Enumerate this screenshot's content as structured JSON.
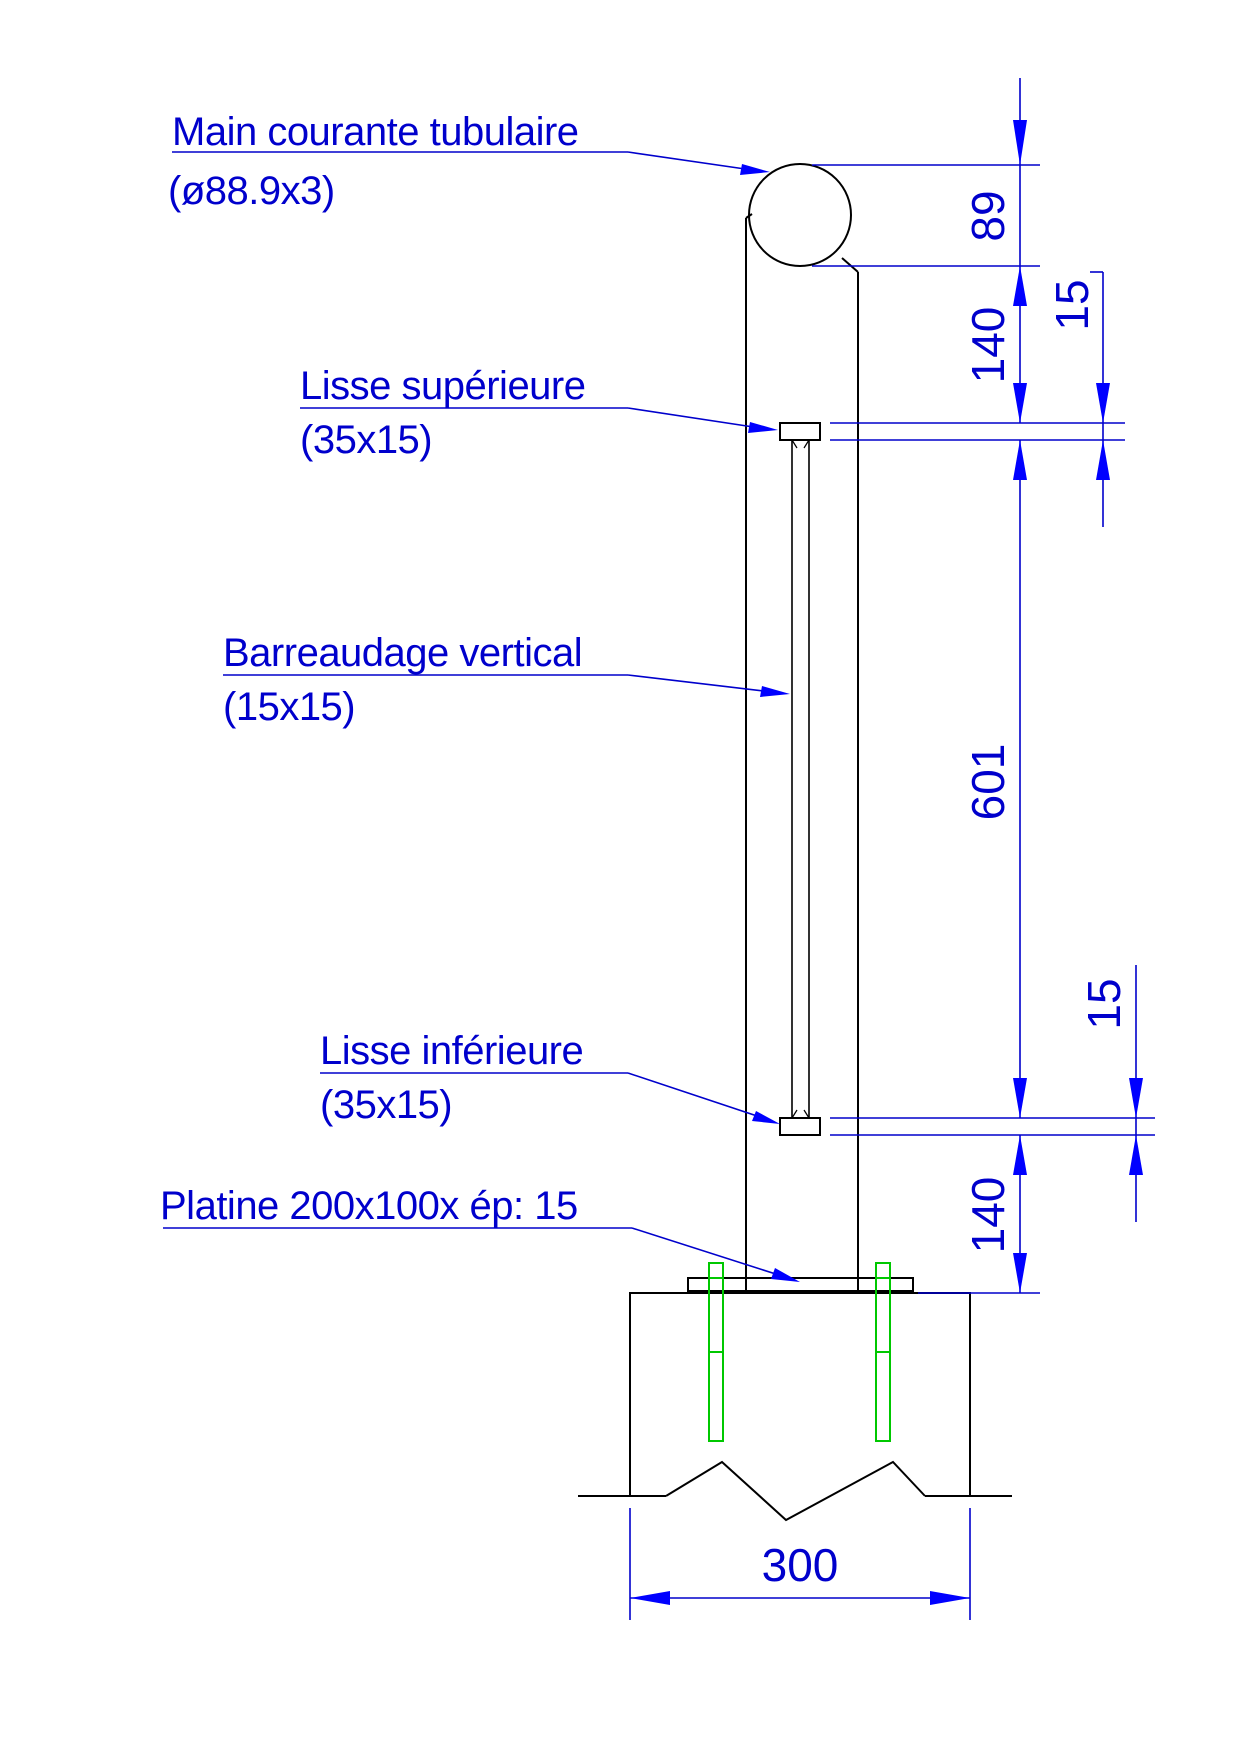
{
  "labels": {
    "handrail_title": "Main courante tubulaire",
    "handrail_spec": "(ø88.9x3)",
    "top_rail_title": "Lisse supérieure",
    "top_rail_spec": "(35x15)",
    "balusters_title": "Barreaudage vertical",
    "balusters_spec": "(15x15)",
    "bottom_rail_title": "Lisse inférieure",
    "bottom_rail_spec": "(35x15)",
    "base_plate_title": "Platine 200x100x ép: 15"
  },
  "dimensions": {
    "handrail_height": "89",
    "upper_gap": "140",
    "top_rail_thickness": "15",
    "baluster_span": "601",
    "bottom_rail_thickness": "15",
    "lower_gap": "140",
    "footing_width": "300"
  },
  "colors": {
    "annotation": "#0000cc",
    "arrow": "#0000ff",
    "outline": "#000000",
    "anchor_bolts": "#00c800"
  }
}
